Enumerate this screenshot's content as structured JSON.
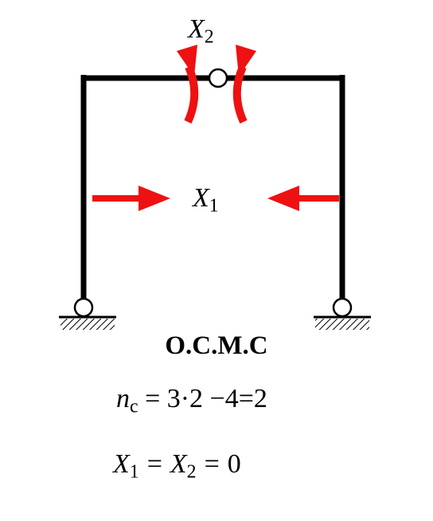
{
  "labels": {
    "x2": {
      "symbol": "X",
      "index": "2"
    },
    "x1": {
      "symbol": "X",
      "index": "1"
    }
  },
  "title": "О.С.М.С",
  "formula_nc": {
    "symbol": "n",
    "index": "c",
    "rhs": "= 3·2 −4=2"
  },
  "formula_result": {
    "a_symbol": "X",
    "a_index": "1",
    "eq1": "=",
    "b_symbol": "X",
    "b_index": "2",
    "eq2": "=",
    "value": "0"
  },
  "colors": {
    "frame": "#000000",
    "force_arrow": "#ee1111",
    "hinge_fill": "#ffffff"
  }
}
